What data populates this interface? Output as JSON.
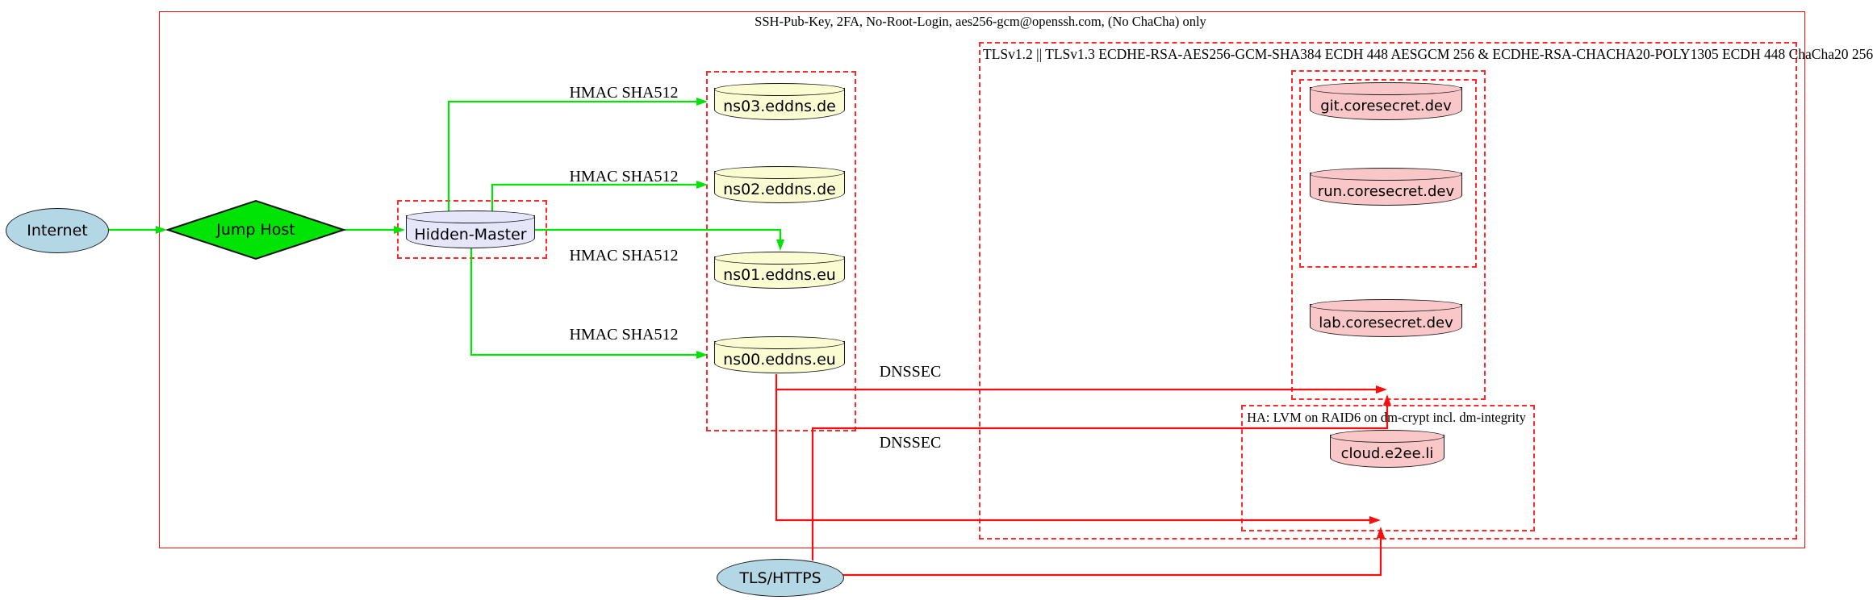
{
  "cluster_labels": {
    "ssh": "SSH-Pub-Key, 2FA, No-Root-Login, aes256-gcm@openssh.com, (No ChaCha) only",
    "tls": "TLSv1.2 || TLSv1.3 ECDHE-RSA-AES256-GCM-SHA384 ECDH 448 AESGCM 256 & ECDHE-RSA-CHACHA20-POLY1305 ECDH 448 ChaCha20 256",
    "ha": "HA: LVM on RAID6 on dm-crypt incl. dm-integrity"
  },
  "nodes": {
    "internet": {
      "label": "Internet"
    },
    "jump_host": {
      "label": "Jump Host"
    },
    "hidden_master": {
      "label": "Hidden-Master"
    },
    "ns03": {
      "label": "ns03.eddns.de"
    },
    "ns02": {
      "label": "ns02.eddns.de"
    },
    "ns01": {
      "label": "ns01.eddns.eu"
    },
    "ns00": {
      "label": "ns00.eddns.eu"
    },
    "git": {
      "label": "git.coresecret.dev"
    },
    "run": {
      "label": "run.coresecret.dev"
    },
    "lab": {
      "label": "lab.coresecret.dev"
    },
    "cloud": {
      "label": "cloud.e2ee.li"
    },
    "tls_https": {
      "label": "TLS/HTTPS"
    }
  },
  "edge_labels": {
    "hmac": "HMAC SHA512",
    "dnssec": "DNSSEC"
  },
  "colors": {
    "edge_green": "#00e405",
    "edge_red": "#fb0d0d",
    "cluster_red": "#ff2b2b",
    "node_blue": "#b3d7e4",
    "node_green": "#00e405",
    "node_lavender": "#e6e6fa",
    "node_yellow": "#fcfcd2",
    "node_pink": "#f9c7c7"
  }
}
